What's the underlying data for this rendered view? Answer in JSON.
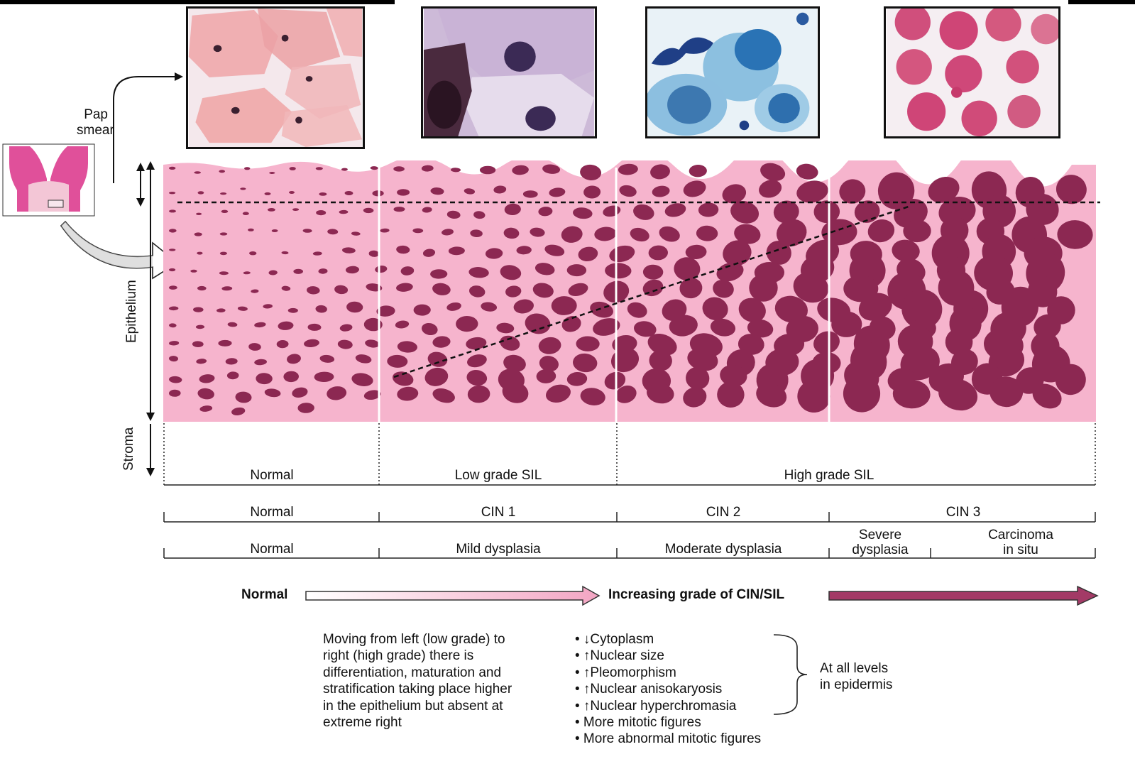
{
  "pap_label": [
    "Pap",
    "smear"
  ],
  "axis_labels": {
    "epithelium": "Epithelium",
    "stroma": "Stroma"
  },
  "sil_row": [
    "Normal",
    "Low grade SIL",
    "High grade SIL"
  ],
  "cin_row": [
    "Normal",
    "CIN 1",
    "CIN 2",
    "CIN 3"
  ],
  "dysplasia_row": [
    "Normal",
    "Mild dysplasia",
    "Moderate dysplasia",
    "Severe dysplasia",
    "Carcinoma in situ"
  ],
  "dysplasia_lines": {
    "severe": [
      "Severe",
      "dysplasia"
    ],
    "cis": [
      "Carcinoma",
      "in situ"
    ]
  },
  "progression": {
    "start": "Normal",
    "end": "Increasing grade of CIN/SIL"
  },
  "description": [
    "Moving from left (low grade) to",
    "right (high grade) there is",
    "differentiation, maturation and",
    "stratification taking place higher",
    "in the epithelium but absent at",
    "extreme right"
  ],
  "features": [
    "• ↓Cytoplasm",
    "• ↑Nuclear size",
    "• ↑Pleomorphism",
    "• ↑Nuclear anisokaryosis",
    "• ↑Nuclear hyperchromasia",
    "•  More mitotic figures",
    "•  More abnormal mitotic figures"
  ],
  "bracket_note": [
    "At all levels",
    "in epidermis"
  ],
  "colors": {
    "tissue": "#f6b4cd",
    "nucleus": "#8c2852",
    "arrow_dark": "#a33a66",
    "arrow_light": "#fde8f0",
    "cervix": "#e0509a"
  }
}
